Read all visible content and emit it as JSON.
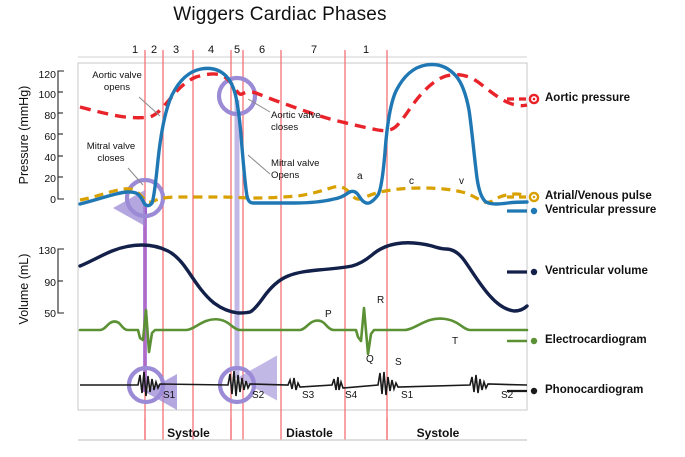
{
  "title": "Wiggers Cardiac Phases",
  "axes": {
    "pressure": {
      "label": "Pressure (mmHg)",
      "ticks": [
        "120",
        "100",
        "80",
        "60",
        "40",
        "20",
        "0"
      ],
      "min": 0,
      "max": 120
    },
    "volume": {
      "label": "Volume (mL)",
      "ticks": [
        "130",
        "90",
        "50"
      ],
      "min": 50,
      "max": 130
    }
  },
  "phase_numbers": [
    "1",
    "2",
    "3",
    "4",
    "5",
    "6",
    "7",
    "1"
  ],
  "cycle_phases": [
    {
      "label": "Systole"
    },
    {
      "label": "Diastole"
    },
    {
      "label": "Systole"
    }
  ],
  "annotations": [
    {
      "name": "aortic-valve-opens",
      "line1": "Aortic valve",
      "line2": "opens"
    },
    {
      "name": "mitral-valve-closes",
      "line1": "Mitral valve",
      "line2": "closes"
    },
    {
      "name": "aortic-valve-closes",
      "line1": "Aortic valve",
      "line2": "closes"
    },
    {
      "name": "mitral-valve-opens",
      "line1": "Mitral valve",
      "line2": "Opens"
    }
  ],
  "atrial_waves": [
    {
      "label": "a"
    },
    {
      "label": "c"
    },
    {
      "label": "v"
    }
  ],
  "ecg_waves": [
    {
      "label": "P"
    },
    {
      "label": "Q"
    },
    {
      "label": "R"
    },
    {
      "label": "S"
    },
    {
      "label": "T"
    }
  ],
  "heart_sounds": [
    "S1",
    "S2",
    "S3",
    "S4",
    "S1",
    "S2"
  ],
  "legend": [
    {
      "label": "Aortic pressure",
      "color": "#e8232a",
      "style": "dashed",
      "marker": "open"
    },
    {
      "label": "Atrial/Venous pulse",
      "color": "#d9a100",
      "style": "dashed",
      "marker": "open"
    },
    {
      "label": "Ventricular pressure",
      "color": "#1f78b4",
      "style": "solid",
      "marker": "dot"
    },
    {
      "label": "Ventricular volume",
      "color": "#12204a",
      "style": "solid",
      "marker": "dot"
    },
    {
      "label": "Electrocardiogram",
      "color": "#5b9134",
      "style": "solid",
      "marker": "dot"
    },
    {
      "label": "Phonocardiogram",
      "color": "#1a1a1a",
      "style": "solid",
      "marker": "dot"
    }
  ],
  "colors": {
    "aortic": "#e8232a",
    "atrial": "#d9a100",
    "ventricular_pressure": "#1f78b4",
    "ventricular_volume": "#12204a",
    "ecg": "#5b9134",
    "phono": "#1a1a1a",
    "divider": "#f4676b",
    "highlight": "#9b8ad6",
    "frame": "#c9c9c9"
  },
  "chart_data": {
    "type": "line",
    "title": "Wiggers Cardiac Phases",
    "xlabel": "",
    "ylabel": "Pressure (mmHg)",
    "ylim": [
      0,
      120
    ],
    "grid": false,
    "legend_position": "right",
    "phase_boundaries_x_pct": [
      15.5,
      26.5,
      46.5,
      58.0,
      61.8,
      79.0,
      93.0
    ],
    "phase_numbers": [
      "1",
      "2",
      "3",
      "4",
      "5",
      "6",
      "7",
      "1"
    ],
    "series": [
      {
        "name": "Aortic pressure",
        "color": "#e8232a",
        "units": "mmHg",
        "points": [
          [
            0,
            92
          ],
          [
            4,
            88
          ],
          [
            8,
            84
          ],
          [
            12,
            81
          ],
          [
            16,
            80
          ],
          [
            20,
            86
          ],
          [
            24,
            98
          ],
          [
            28,
            110
          ],
          [
            32,
            116
          ],
          [
            36,
            118
          ],
          [
            40,
            116
          ],
          [
            44,
            111
          ],
          [
            47,
            106
          ],
          [
            49,
            101
          ],
          [
            50,
            108
          ],
          [
            52,
            106
          ],
          [
            56,
            103
          ],
          [
            60,
            100
          ],
          [
            64,
            97
          ],
          [
            68,
            94
          ],
          [
            72,
            91
          ],
          [
            76,
            88
          ],
          [
            80,
            85
          ],
          [
            84,
            83
          ],
          [
            88,
            82
          ],
          [
            92,
            86
          ],
          [
            96,
            100
          ],
          [
            100,
            112
          ]
        ]
      },
      {
        "name": "Atrial/Venous pulse",
        "color": "#d9a100",
        "units": "mmHg",
        "points": [
          [
            0,
            7
          ],
          [
            4,
            9
          ],
          [
            8,
            11
          ],
          [
            12,
            13
          ],
          [
            14,
            12
          ],
          [
            16,
            6
          ],
          [
            18,
            4
          ],
          [
            22,
            8
          ],
          [
            26,
            9
          ],
          [
            30,
            8
          ],
          [
            34,
            8
          ],
          [
            38,
            8
          ],
          [
            42,
            8
          ],
          [
            46,
            8
          ],
          [
            50,
            7
          ],
          [
            54,
            7
          ],
          [
            58,
            8
          ],
          [
            62,
            9
          ],
          [
            66,
            12
          ],
          [
            68,
            13
          ],
          [
            70,
            10
          ],
          [
            72,
            5
          ],
          [
            74,
            6
          ],
          [
            78,
            8
          ],
          [
            82,
            9
          ],
          [
            86,
            10
          ],
          [
            90,
            10
          ],
          [
            92,
            9
          ],
          [
            94,
            5
          ],
          [
            96,
            3
          ],
          [
            98,
            6
          ],
          [
            100,
            8
          ]
        ]
      },
      {
        "name": "Ventricular pressure",
        "color": "#1f78b4",
        "units": "mmHg",
        "points": [
          [
            0,
            3
          ],
          [
            6,
            6
          ],
          [
            10,
            9
          ],
          [
            13,
            10
          ],
          [
            15,
            4
          ],
          [
            16,
            2
          ],
          [
            17,
            6
          ],
          [
            19,
            40
          ],
          [
            21,
            78
          ],
          [
            23,
            98
          ],
          [
            26,
            110
          ],
          [
            30,
            117
          ],
          [
            34,
            119
          ],
          [
            37,
            118
          ],
          [
            41,
            113
          ],
          [
            45,
            104
          ],
          [
            48,
            90
          ],
          [
            50,
            60
          ],
          [
            51,
            30
          ],
          [
            52,
            10
          ],
          [
            53,
            4
          ],
          [
            56,
            3
          ],
          [
            60,
            3
          ],
          [
            64,
            4
          ],
          [
            68,
            7
          ],
          [
            70,
            8
          ],
          [
            72,
            4
          ],
          [
            73,
            2
          ],
          [
            74,
            10
          ],
          [
            76,
            55
          ],
          [
            78,
            92
          ],
          [
            81,
            108
          ],
          [
            84,
            116
          ],
          [
            86,
            117
          ],
          [
            89,
            114
          ],
          [
            92,
            105
          ],
          [
            94,
            88
          ],
          [
            96,
            40
          ],
          [
            98,
            8
          ],
          [
            100,
            4
          ]
        ]
      },
      {
        "name": "Ventricular volume",
        "color": "#12204a",
        "units": "mL",
        "ylim": [
          50,
          130
        ],
        "points": [
          [
            0,
            112
          ],
          [
            6,
            122
          ],
          [
            11,
            128
          ],
          [
            16,
            130
          ],
          [
            20,
            129
          ],
          [
            24,
            126
          ],
          [
            28,
            112
          ],
          [
            33,
            90
          ],
          [
            38,
            68
          ],
          [
            43,
            56
          ],
          [
            48,
            53
          ],
          [
            52,
            52
          ],
          [
            55,
            58
          ],
          [
            58,
            76
          ],
          [
            62,
            92
          ],
          [
            66,
            100
          ],
          [
            70,
            104
          ],
          [
            74,
            106
          ],
          [
            78,
            114
          ],
          [
            82,
            124
          ],
          [
            86,
            128
          ],
          [
            90,
            127
          ],
          [
            93,
            120
          ],
          [
            96,
            98
          ],
          [
            99,
            72
          ],
          [
            100,
            60
          ]
        ]
      },
      {
        "name": "Electrocardiogram",
        "color": "#5b9134",
        "units": "mV",
        "points": [
          [
            0,
            0
          ],
          [
            4,
            0
          ],
          [
            7,
            0.15
          ],
          [
            9,
            0.22
          ],
          [
            11,
            0.12
          ],
          [
            13,
            0
          ],
          [
            15,
            -0.12
          ],
          [
            16,
            0.95
          ],
          [
            17,
            -0.45
          ],
          [
            18,
            -0.05
          ],
          [
            20,
            0
          ],
          [
            24,
            0
          ],
          [
            27,
            0.2
          ],
          [
            31,
            0.3
          ],
          [
            35,
            0.22
          ],
          [
            39,
            0.05
          ],
          [
            44,
            0
          ],
          [
            50,
            0
          ],
          [
            55,
            0
          ],
          [
            58,
            0.12
          ],
          [
            60,
            0.2
          ],
          [
            62,
            0.1
          ],
          [
            64,
            0
          ],
          [
            66,
            -0.1
          ],
          [
            68,
            0.95
          ],
          [
            70,
            -0.5
          ],
          [
            72,
            -0.05
          ],
          [
            74,
            0
          ],
          [
            78,
            0.15
          ],
          [
            82,
            0.3
          ],
          [
            86,
            0.25
          ],
          [
            90,
            0.08
          ],
          [
            94,
            0
          ],
          [
            100,
            0
          ]
        ]
      },
      {
        "name": "Phonocardiogram",
        "color": "#1a1a1a",
        "units": "",
        "sounds": [
          {
            "label": "S1",
            "x_pct": 16
          },
          {
            "label": "S2",
            "x_pct": 52
          },
          {
            "label": "S3",
            "x_pct": 65
          },
          {
            "label": "S4",
            "x_pct": 81
          },
          {
            "label": "S1",
            "x_pct": 88
          },
          {
            "label": "S2",
            "x_pct": 98
          }
        ]
      }
    ]
  }
}
